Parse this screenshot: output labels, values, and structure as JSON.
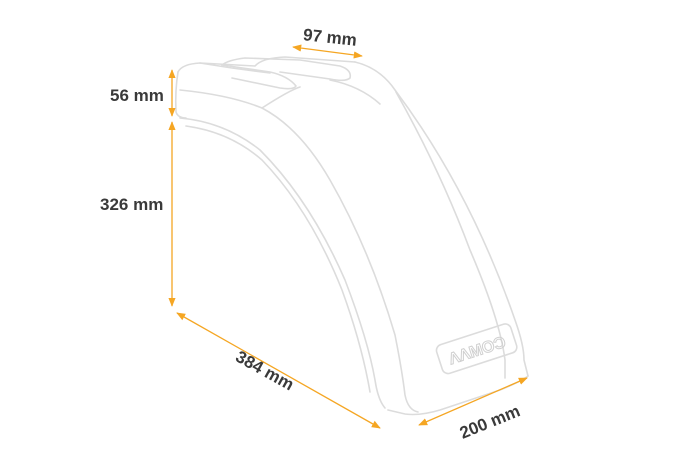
{
  "dimensions": {
    "top_width": "97 mm",
    "top_height": "56 mm",
    "side_height": "326 mm",
    "length": "384 mm",
    "width": "200 mm"
  },
  "logo_text": "ΛΛMOϽ",
  "colors": {
    "dimension_line": "#f5a623",
    "outline": "#dcdcdc",
    "label": "#3a3a3a"
  }
}
